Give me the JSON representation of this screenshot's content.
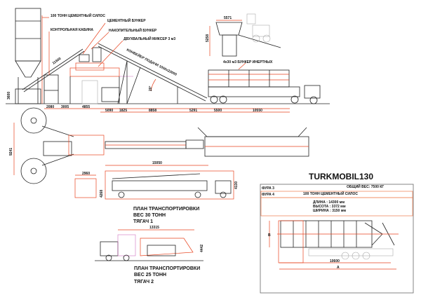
{
  "title": "TURKMOBIL130",
  "elevation": {
    "labels": {
      "silo": "100 ТОНН ЦЕМЕНТНЫЙ СИЛОС",
      "cabin": "КОНТРОЛЬНАЯ КАБИНА",
      "cement_hopper": "ЦЕМЕНТНЫЙ БУНКЕР",
      "storage_hopper": "НАКОПИТЕЛЬНЫЙ БУНКЕР",
      "mixer": "ДВУХВАЛЬНЫЙ МИКСЕР 3 м3",
      "conveyor": "КОНВЕЙЕР ПОДАЧИ 1000x22000",
      "aggregate_bins": "4x30 м3 БУНКЕР ИНЕРТНЫХ",
      "angle": "20°"
    },
    "dims": {
      "screw": "11600",
      "silo_base": "3600",
      "d1": "2080",
      "d2": "3005",
      "d3": "4855",
      "d4": "5090",
      "d5": "1825",
      "d6": "8858",
      "d7": "5291",
      "d8": "5500",
      "d9": "10550",
      "side_width": "5571",
      "side_height": "5258"
    }
  },
  "plan": {
    "dims": {
      "width": "9241"
    }
  },
  "transport1": {
    "dims": {
      "front": "2960",
      "front_h": "4268",
      "length": "15050",
      "height": "4130"
    },
    "title": "ПЛАН ТРАНСПОРТИРОВКИ",
    "weight": "ВЕС 30 ТОНН",
    "tractor": "ТЯГАЧ 1"
  },
  "transport2": {
    "dims": {
      "length": "13315",
      "height": "4442"
    },
    "title": "ПЛАН ТРАНСПОРТИРОВКИ",
    "weight": "ВЕС 25 ТОНН",
    "tractor": "ТЯГАЧ 2"
  },
  "spec": {
    "truck3": "ФУРА 3",
    "truck4": "ФУРА 4",
    "total_weight": "ОБЩИЙ ВЕС: 7500 КГ",
    "item": "100 ТОНН ЦЕМЕНТНЫЙ СИЛОС",
    "length": "ДЛИНА    : 14300 мм",
    "height": "ВЫСОТА   : 3372 мм",
    "width": "ШИРИНА   : 3150 мм",
    "dim_length": "10600",
    "dim_a": "A",
    "dim_b": "B"
  }
}
